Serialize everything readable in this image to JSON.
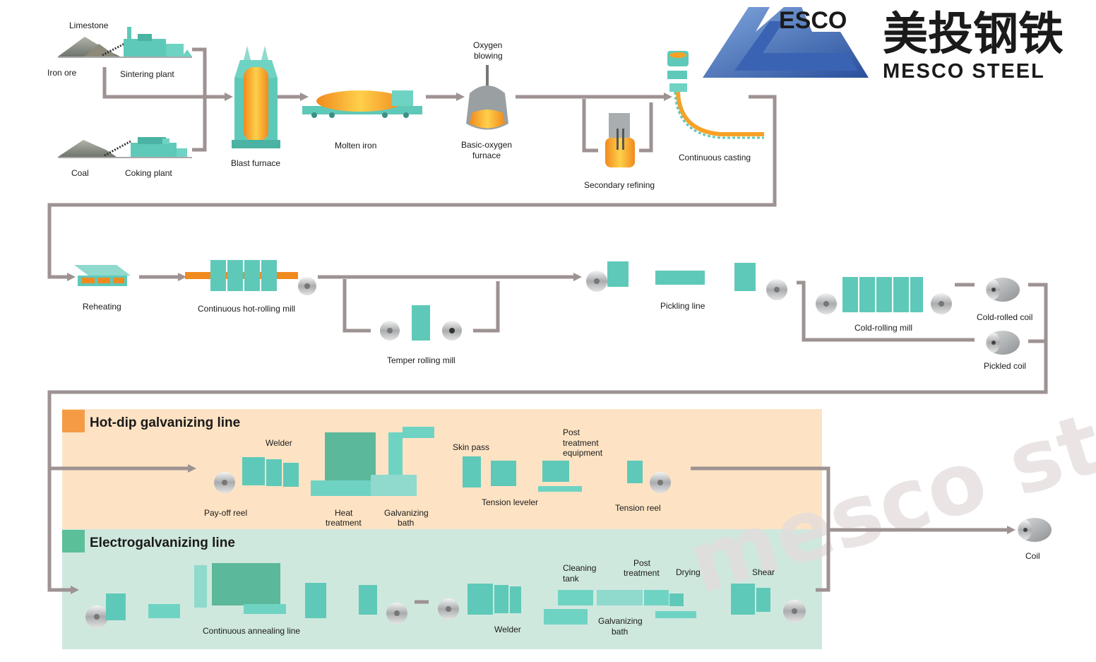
{
  "brand": {
    "logo_text": "ESCO",
    "chinese_name": "美投钢铁",
    "english_name": "MESCO STEEL",
    "watermark": "mesco steel",
    "logo_color": "#2f57a8"
  },
  "colors": {
    "pipe": "#9e9292",
    "equipment_teal": "#5fc9b9",
    "molten": "#f7a128",
    "hot_dip_band": "#fde3c4",
    "electro_band": "#cfe8de",
    "hot_dip_marker": "#f59b46",
    "electro_marker": "#5bbf9a"
  },
  "stages": {
    "limestone": "Limestone",
    "iron_ore": "Iron ore",
    "sintering_plant": "Sintering plant",
    "coal": "Coal",
    "coking_plant": "Coking plant",
    "blast_furnace": "Blast furnace",
    "molten_iron": "Molten iron",
    "oxygen_blowing_1": "Oxygen",
    "oxygen_blowing_2": "blowing",
    "bof_1": "Basic-oxygen",
    "bof_2": "furnace",
    "secondary_refining": "Secondary refining",
    "continuous_casting": "Continuous casting",
    "reheating": "Reheating",
    "hot_rolling_mill": "Continuous hot-rolling mill",
    "temper_rolling_mill": "Temper rolling mill",
    "pickling_line": "Pickling line",
    "cold_rolling_mill": "Cold-rolling mill",
    "cold_rolled_coil": "Cold-rolled coil",
    "pickled_coil": "Pickled coil",
    "coil": "Coil"
  },
  "hot_dip": {
    "title": "Hot-dip galvanizing line",
    "welder": "Welder",
    "payoff_reel": "Pay-off reel",
    "heat_treatment_1": "Heat",
    "heat_treatment_2": "treatment",
    "galvanizing_bath_1": "Galvanizing",
    "galvanizing_bath_2": "bath",
    "skin_pass": "Skin pass",
    "tension_leveler": "Tension leveler",
    "post_treatment_1": "Post",
    "post_treatment_2": "treatment",
    "post_treatment_3": "equipment",
    "tension_reel": "Tension reel"
  },
  "electro": {
    "title": "Electrogalvanizing line",
    "continuous_annealing": "Continuous annealing line",
    "welder": "Welder",
    "cleaning_tank_1": "Cleaning",
    "cleaning_tank_2": "tank",
    "post_treatment_1": "Post",
    "post_treatment_2": "treatment",
    "drying": "Drying",
    "shear": "Shear",
    "galvanizing_bath_1": "Galvanizing",
    "galvanizing_bath_2": "bath"
  }
}
